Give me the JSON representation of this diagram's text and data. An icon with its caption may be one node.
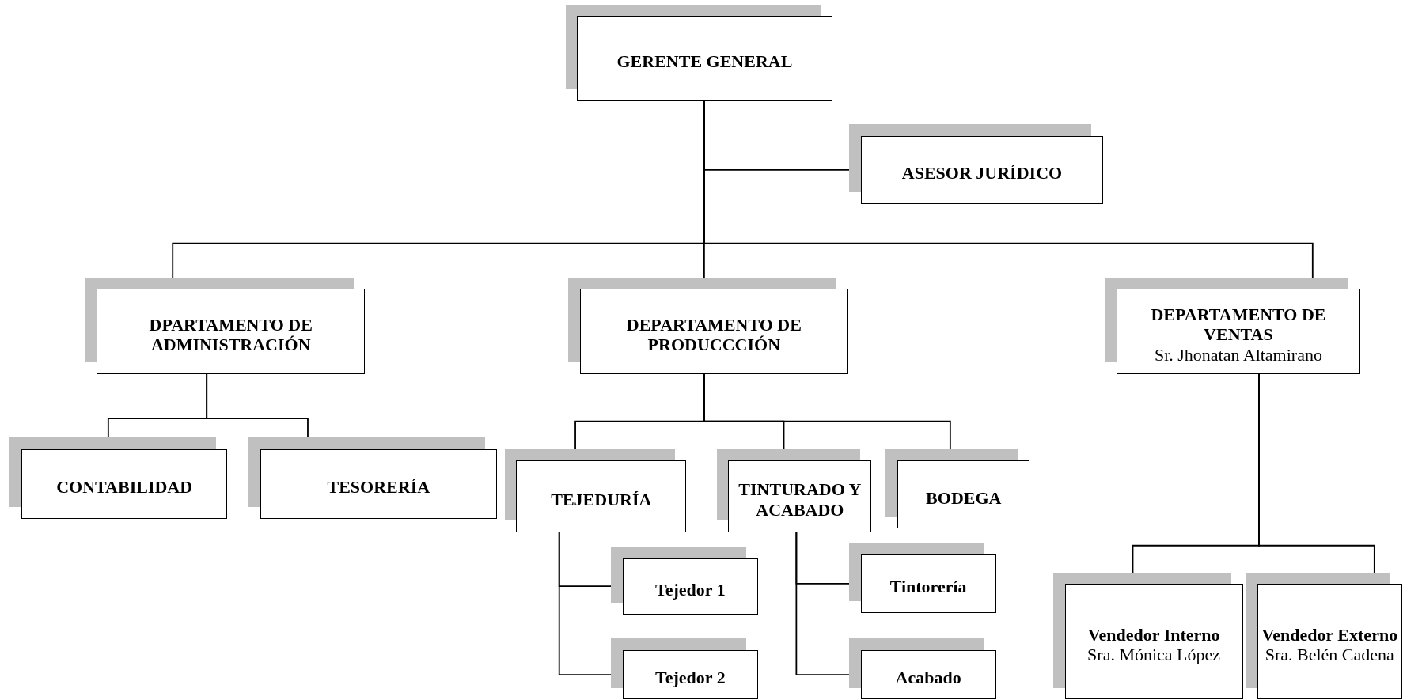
{
  "diagram": {
    "nodes": [
      {
        "text": [
          "GERENTE GENERAL"
        ]
      },
      {
        "text": [
          "ASESOR JURÍDICO"
        ]
      },
      {
        "text": [
          "DPARTAMENTO DE ADMINISTRACIÓN"
        ]
      },
      {
        "text": [
          "DEPARTAMENTO DE PRODUCCCIÓN"
        ]
      },
      {
        "text": [
          "DEPARTAMENTO DE VENTAS",
          "Sr. Jhonatan Altamirano"
        ]
      },
      {
        "text": [
          "CONTABILIDAD"
        ]
      },
      {
        "text": [
          "TESORERÍA"
        ]
      },
      {
        "text": [
          "TEJEDURÍA"
        ]
      },
      {
        "text": [
          "TINTURADO Y ACABADO"
        ]
      },
      {
        "text": [
          "BODEGA"
        ]
      },
      {
        "text": [
          "Tejedor 1"
        ]
      },
      {
        "text": [
          "Tejedor 2"
        ]
      },
      {
        "text": [
          "Tintorería"
        ]
      },
      {
        "text": [
          "Acabado"
        ]
      },
      {
        "text": [
          "Vendedor Interno",
          "Sra. Mónica López"
        ]
      },
      {
        "text": [
          "Vendedor Externo",
          "Sra. Belén Cadena"
        ]
      }
    ],
    "edges": [
      {
        "from": 0,
        "to": 1,
        "arrow": "none"
      },
      {
        "from": 0,
        "to": 2,
        "arrow": "none"
      },
      {
        "from": 0,
        "to": 3,
        "arrow": "none"
      },
      {
        "from": 0,
        "to": 4,
        "arrow": "none"
      },
      {
        "from": 2,
        "to": 5,
        "arrow": "none"
      },
      {
        "from": 2,
        "to": 6,
        "arrow": "none"
      },
      {
        "from": 3,
        "to": 7,
        "arrow": "none"
      },
      {
        "from": 3,
        "to": 8,
        "arrow": "none"
      },
      {
        "from": 3,
        "to": 9,
        "arrow": "none"
      },
      {
        "from": 7,
        "to": 10,
        "arrow": "none"
      },
      {
        "from": 7,
        "to": 11,
        "arrow": "none"
      },
      {
        "from": 8,
        "to": 12,
        "arrow": "none"
      },
      {
        "from": 8,
        "to": 13,
        "arrow": "none"
      },
      {
        "from": 4,
        "to": 14,
        "arrow": "none"
      },
      {
        "from": 4,
        "to": 15,
        "arrow": "none"
      }
    ]
  }
}
